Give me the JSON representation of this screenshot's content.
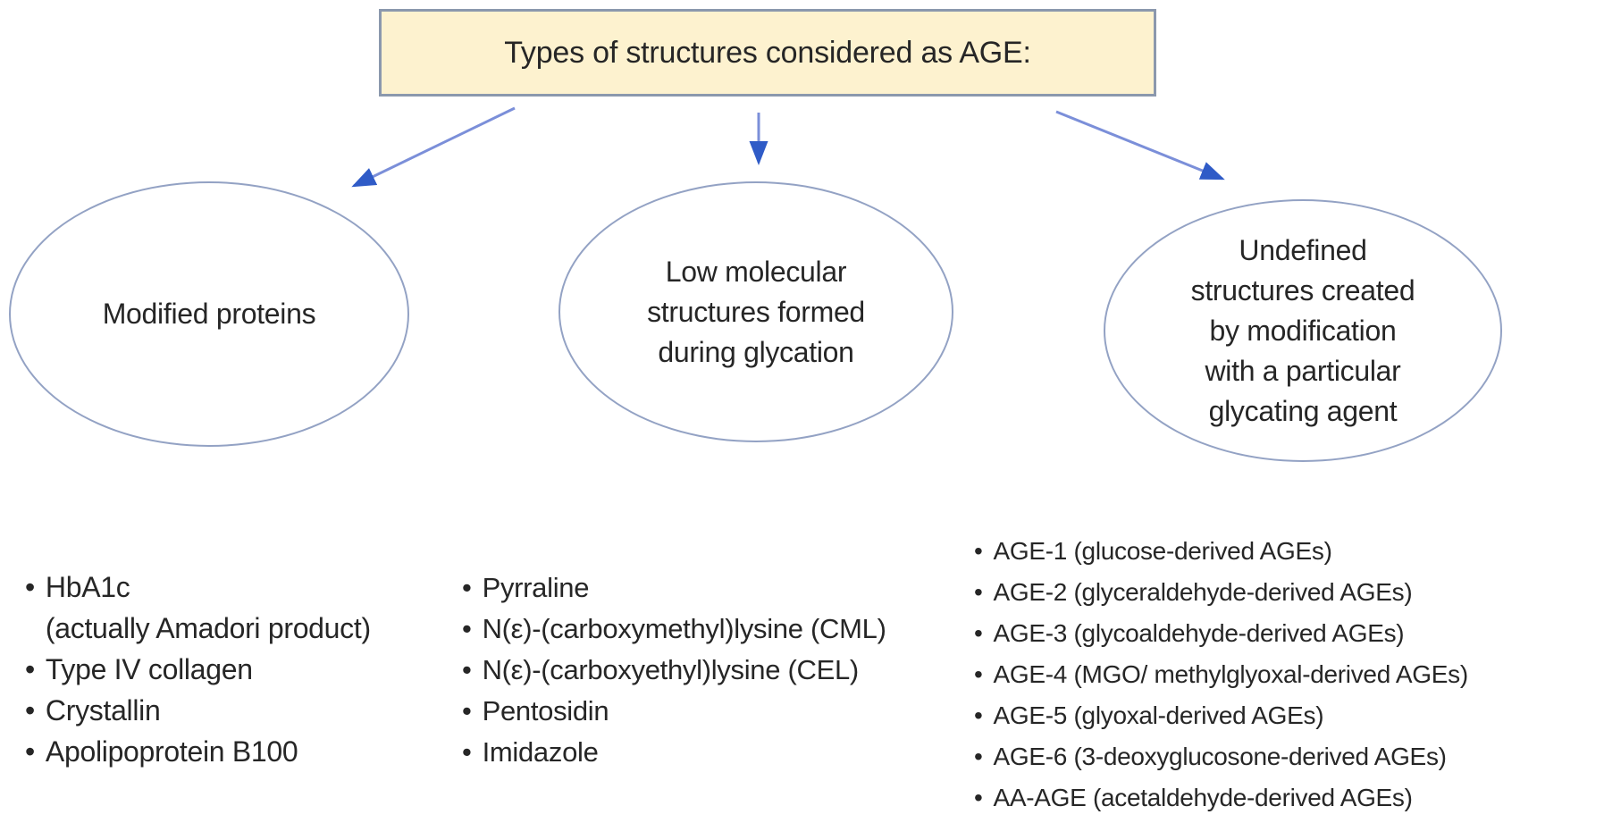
{
  "title_box": {
    "label": "Types of structures considered as AGE:"
  },
  "icons": {
    "bullet": "•"
  },
  "colors": {
    "box_fill": "#fdf2cf",
    "box_border": "#8b98ad",
    "ellipse_stroke": "#93a2c4",
    "arrow_line": "#7b8fd9",
    "arrow_head": "#2f5bc7",
    "text": "#262626"
  },
  "branches": [
    {
      "ellipse_label": "Modified proteins",
      "items": [
        "HbA1c\n(actually Amadori product)",
        "Type IV collagen",
        "Crystallin",
        "Apolipoprotein B100"
      ]
    },
    {
      "ellipse_label": "Low molecular\nstructures formed\nduring glycation",
      "items": [
        "Pyrraline",
        "N(ε)-(carboxymethyl)lysine (CML)",
        "N(ε)-(carboxyethyl)lysine (CEL)",
        "Pentosidin",
        "Imidazole"
      ]
    },
    {
      "ellipse_label": "Undefined\nstructures created\nby modification\nwith a particular\nglycating agent",
      "items": [
        "AGE-1 (glucose-derived AGEs)",
        "AGE-2 (glyceraldehyde-derived AGEs)",
        "AGE-3 (glycoaldehyde-derived AGEs)",
        "AGE-4 (MGO/ methylglyoxal-derived AGEs)",
        "AGE-5 (glyoxal-derived AGEs)",
        "AGE-6 (3-deoxyglucosone-derived AGEs)",
        "AA-AGE (acetaldehyde-derived AGEs)"
      ]
    }
  ]
}
